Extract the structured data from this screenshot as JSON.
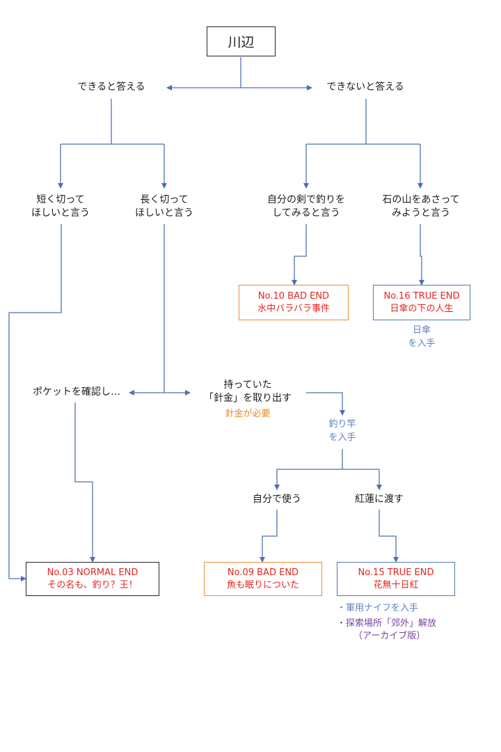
{
  "colors": {
    "line": "#4a72b0",
    "box_black": "#222222",
    "box_orange": "#ec8b34",
    "box_blue": "#4f78b6",
    "end_text": "#e8231c",
    "item_blue": "#5b82c0",
    "item_orange": "#e88a2e",
    "item_purple": "#7a3fa0"
  },
  "nodes": {
    "start": "川辺",
    "can": "できると答える",
    "cannot": "できないと答える",
    "short_cut": [
      "短く切って",
      "ほしいと言う"
    ],
    "long_cut": [
      "長く切って",
      "ほしいと言う"
    ],
    "own_sword": [
      "自分の剣で釣りを",
      "してみると言う"
    ],
    "rock_pile": [
      "石の山をあさって",
      "みようと言う"
    ],
    "pocket": "ポケットを確認し…",
    "wire": [
      "持っていた",
      "「針金」を取り出す"
    ],
    "wire_required": "針金が必要",
    "rod_obtained": [
      "釣り竿",
      "を入手"
    ],
    "use_self": "自分で使う",
    "give_guren": "紅蓮に渡す",
    "parasol_obtained": [
      "日傘",
      "を入手"
    ]
  },
  "endings": {
    "no10": {
      "id": "No.10 BAD END",
      "title": "水中バラバラ事件"
    },
    "no16": {
      "id": "No.16 TRUE END",
      "title": "日傘の下の人生"
    },
    "no03": {
      "id": "No.03 NORMAL END",
      "title": "その名も、釣り？王！"
    },
    "no09": {
      "id": "No.09 BAD END",
      "title": "魚も眠りについた"
    },
    "no15": {
      "id": "No.15 TRUE END",
      "title": "花無十日紅"
    }
  },
  "rewards": {
    "knife": "・軍用ナイフを入手",
    "area_unlock": "・探索場所「郊外」解放",
    "archive": "（アーカイブ版）"
  }
}
